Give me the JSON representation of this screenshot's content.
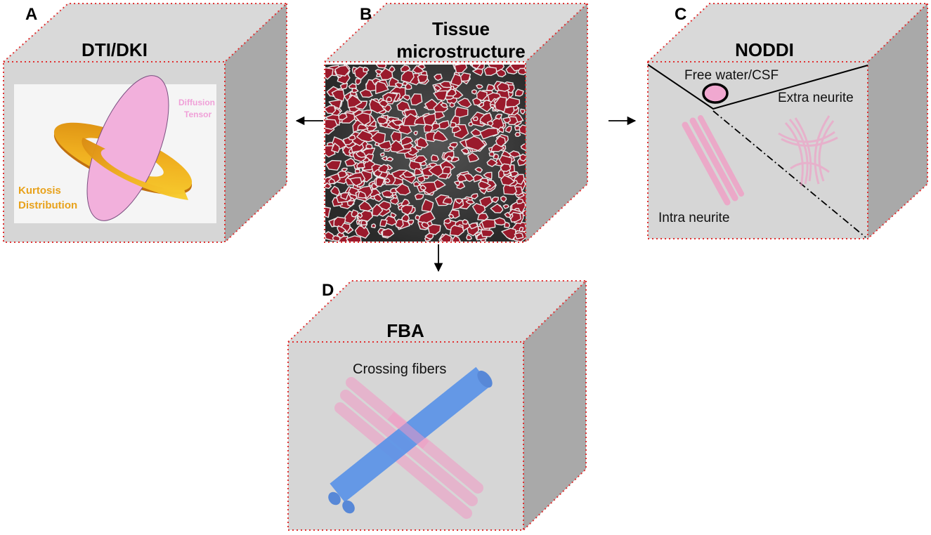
{
  "panels": {
    "a": {
      "letter": "A",
      "title": "DTI/DKI",
      "tensor_label_1": "Diffusion",
      "tensor_label_2": "Tensor",
      "kurtosis_label_1": "Kurtosis",
      "kurtosis_label_2": "Distribution"
    },
    "b": {
      "letter": "B",
      "title_line1": "Tissue",
      "title_line2": "microstructure"
    },
    "c": {
      "letter": "C",
      "title": "NODDI",
      "free_water": "Free water/CSF",
      "extra": "Extra neurite",
      "intra": "Intra neurite"
    },
    "d": {
      "letter": "D",
      "title": "FBA",
      "crossing": "Crossing fibers"
    }
  },
  "colors": {
    "cube_front": "#d6d6d6",
    "cube_top": "#d9d9d9",
    "cube_side": "#a9a9a9",
    "dotted_border": "#e03030",
    "tissue_background": "#2b2b2b",
    "tissue_cell": "#9a1a2c",
    "tensor_pink": "#f2b0dc",
    "kurtosis_orange": "#e8a21c",
    "kurtosis_label": "#e8a21c",
    "tensor_label": "#f0a0d8",
    "fiber_pink": "#f29ac4",
    "fiber_blue": "#5b93e8"
  }
}
